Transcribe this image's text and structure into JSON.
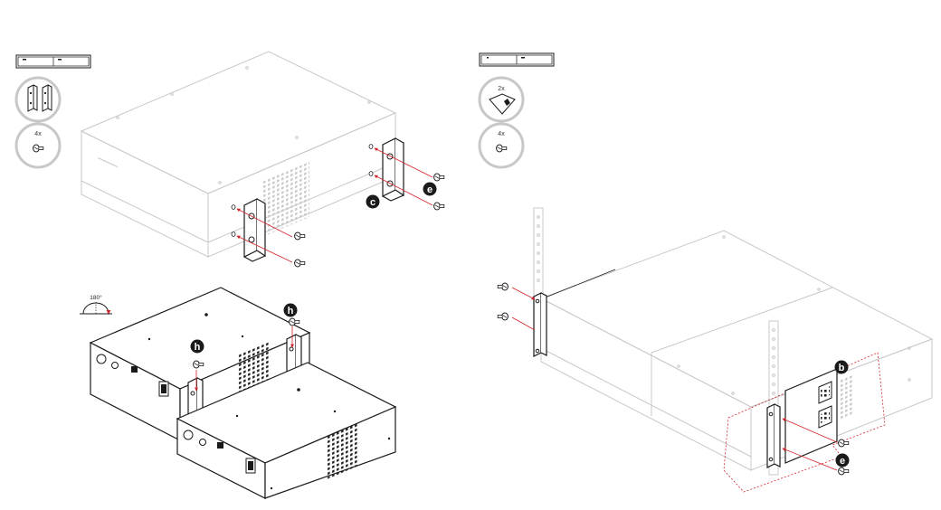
{
  "colors": {
    "ink": "#1a1a1a",
    "faint": "#c8c8c8",
    "accent": "#d2232a",
    "circle": "#c8c8c8"
  },
  "left": {
    "parts": {
      "screw_qty": "4x"
    },
    "callouts": {
      "c": "c",
      "e": "e"
    }
  },
  "lower_left": {
    "rotation": "180°",
    "callouts": {
      "h1": "h",
      "h2": "h"
    }
  },
  "right": {
    "parts": {
      "bracket_qty": "2x",
      "screw_qty": "4x"
    },
    "callouts": {
      "b": "b",
      "e": "e"
    }
  }
}
